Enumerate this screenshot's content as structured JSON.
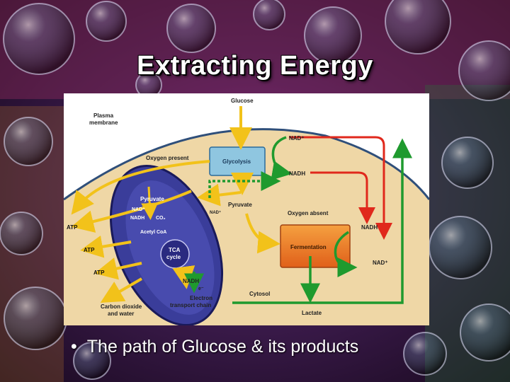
{
  "title": "Extracting Energy",
  "bullet": "The path of Glucose & its products",
  "diagram": {
    "glucose": "Glucose",
    "plasma_membrane_1": "Plasma",
    "plasma_membrane_2": "membrane",
    "oxygen_present": "Oxygen present",
    "glycolysis": "Glycolysis",
    "nad_plus": "NAD⁺",
    "nadh": "NADH",
    "pyruvate": "Pyruvate",
    "oxygen_absent": "Oxygen absent",
    "fermentation": "Fermentation",
    "lactate": "Lactate",
    "cytosol": "Cytosol",
    "atp": "ATP",
    "mito_pyruvate": "Pyruvate",
    "mito_nad_plus": "NAD⁺",
    "mito_nadh": "NADH",
    "co2": "CO₂",
    "acetyl_coa": "Acetyl CoA",
    "tca_1": "TCA",
    "tca_2": "cycle",
    "nadh_mito": "NADH",
    "e_minus": "e⁻",
    "etc_1": "Electron",
    "etc_2": "transport chain",
    "co2_water_1": "Carbon dioxide",
    "co2_water_2": "and water",
    "nad_plus_pyr": "NAD⁺",
    "nadh_ferm": "NADH",
    "nad_plus_ferm": "NAD⁺"
  },
  "colors": {
    "cytosol": "#efd7a6",
    "membrane": "#2f4f7a",
    "mitochondrion": "#3a3d9a",
    "glycolysis_box": "#8fc6e0",
    "fermentation_box": "#f07a20",
    "arrow_yellow": "#f2c21a",
    "arrow_red": "#e0281c",
    "arrow_green": "#1f9a2e"
  }
}
